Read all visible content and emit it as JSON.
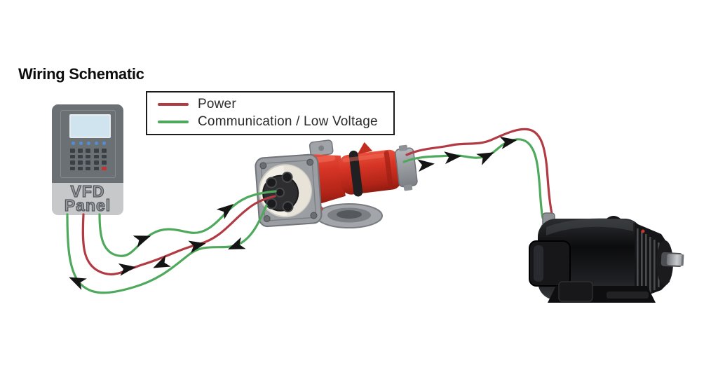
{
  "title": "Wiring Schematic",
  "legend": {
    "items": [
      {
        "label": "Power",
        "color": "#b23a42"
      },
      {
        "label": "Communication / Low Voltage",
        "color": "#4fa95c"
      }
    ]
  },
  "vfd_panel": {
    "line1": "VFD",
    "line2": "Panel"
  },
  "colors": {
    "power": "#b23a42",
    "communication": "#4fa95c",
    "arrow": "#141414"
  },
  "components": [
    {
      "id": "vfd-panel"
    },
    {
      "id": "pin-and-sleeve-connector"
    },
    {
      "id": "electric-motor"
    }
  ],
  "wires": [
    {
      "name": "power-panel-to-connector",
      "type": "power",
      "from": "vfd-panel",
      "to": "connector",
      "flow": "toward-connector"
    },
    {
      "name": "communication-panel-to-connector",
      "type": "communication",
      "from": "vfd-panel",
      "to": "connector",
      "flow": "toward-connector"
    },
    {
      "name": "communication-connector-to-panel",
      "type": "communication",
      "from": "connector",
      "to": "vfd-panel",
      "flow": "toward-panel"
    },
    {
      "name": "power-connector-to-motor",
      "type": "power",
      "from": "connector",
      "to": "motor",
      "flow": "none"
    },
    {
      "name": "communication-connector-to-motor",
      "type": "communication",
      "from": "connector",
      "to": "motor",
      "flow": "toward-motor"
    }
  ]
}
